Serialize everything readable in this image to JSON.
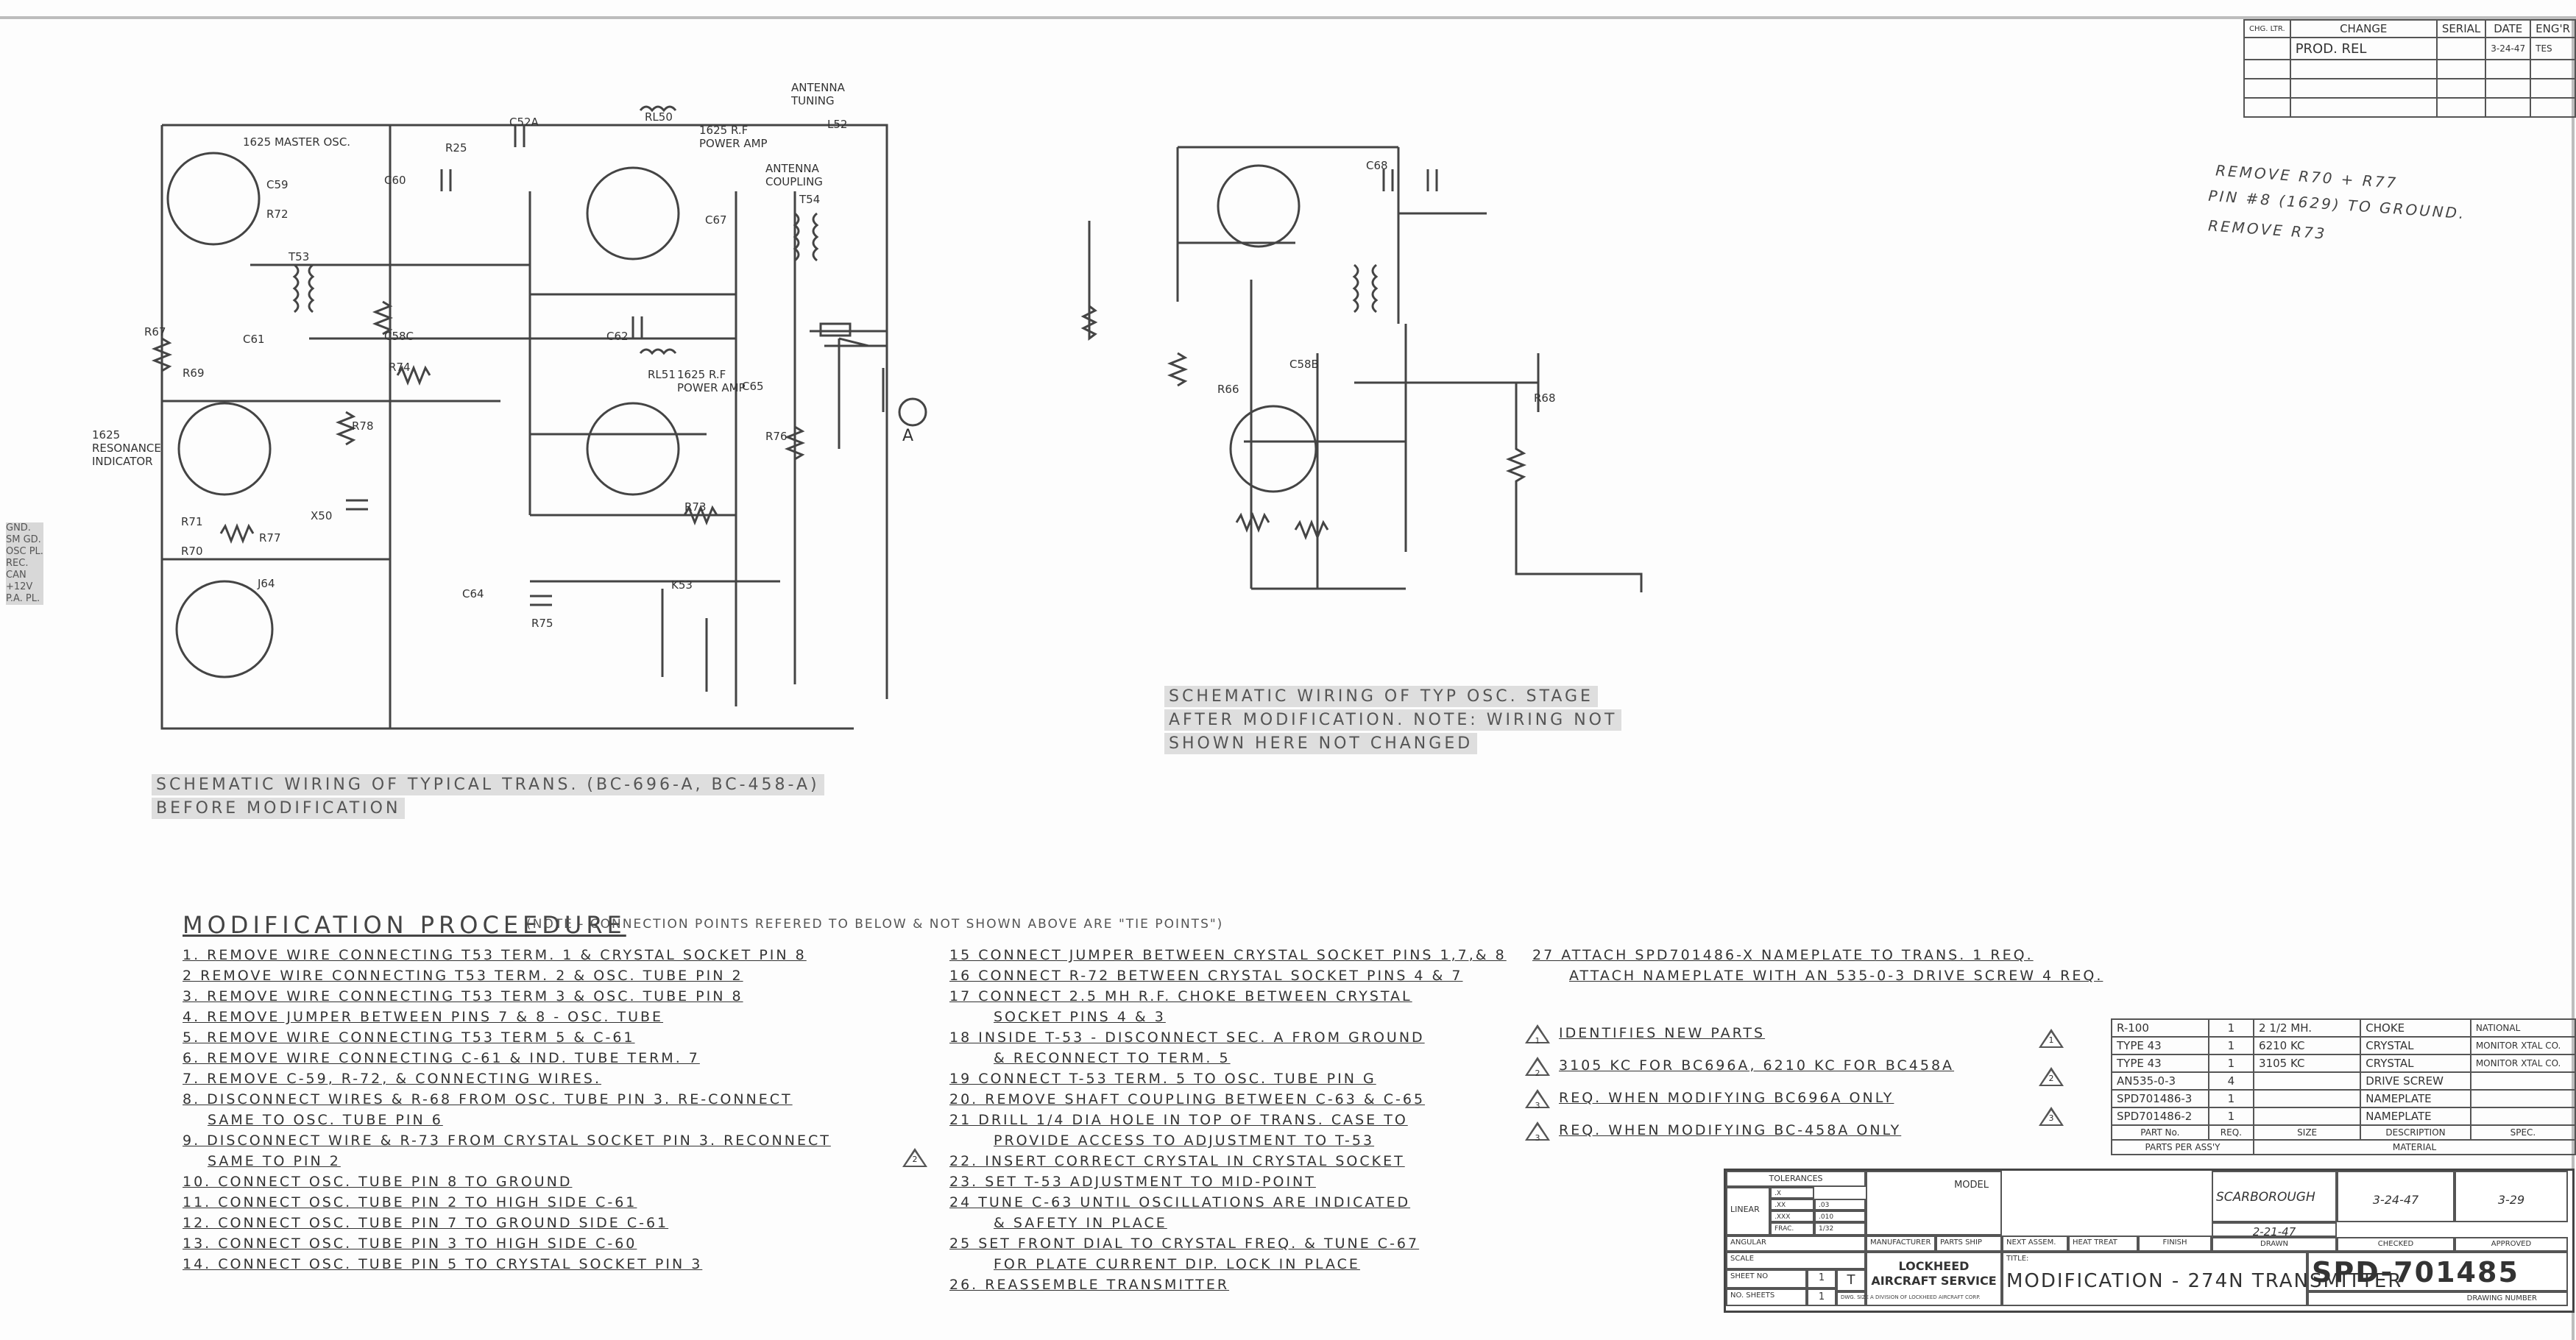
{
  "component_labels": {
    "tube_master_osc": "1625 MASTER OSC.",
    "tube_rf_amp_top": "1625 R.F POWER AMP",
    "tube_rf_amp_bottom": "1625 R.F POWER AMP",
    "antenna_coupling": "ANTENNA COUPLING",
    "antenna_tuning": "ANTENNA TUNING",
    "resonance_indicator": "1625 RESONANCE INDICATOR",
    "antenna_terminal": "A",
    "refs": [
      "C52A",
      "R25",
      "C59",
      "R72",
      "C60",
      "T53",
      "R67",
      "R69",
      "C61",
      "C58C",
      "R74",
      "C62",
      "R78",
      "X50",
      "R71",
      "R77",
      "R70",
      "J64",
      "C64",
      "R75",
      "K53",
      "R73",
      "R76",
      "C65",
      "RL50",
      "RL51",
      "L52",
      "T54",
      "C58B",
      "R66",
      "R68",
      "C68",
      "C67"
    ]
  },
  "captions": {
    "before": [
      "SCHEMATIC WIRING OF TYPICAL TRANS. (BC-696-A, BC-458-A)",
      "BEFORE MODIFICATION"
    ],
    "after": [
      "SCHEMATIC WIRING OF TYP OSC. STAGE",
      "AFTER MODIFICATION. NOTE: WIRING NOT",
      "SHOWN HERE NOT CHANGED"
    ]
  },
  "left_legend": [
    "GND.",
    "SM GD.",
    "OSC PL.",
    "REC.",
    "CAN",
    "+12V",
    "P.A. PL."
  ],
  "revision_note": [
    "REMOVE R70 + R77",
    "PIN #8 (1629) TO GROUND.",
    "REMOVE R73"
  ],
  "procedure": {
    "title": "MODIFICATION PROCEEDURE",
    "note": "(NOTE - CONNECTION POINTS REFERED TO BELOW & NOT SHOWN ABOVE ARE \"TIE POINTS\")",
    "steps_col1": [
      "1. REMOVE WIRE CONNECTING T53 TERM. 1 & CRYSTAL SOCKET PIN 8",
      "2 REMOVE WIRE CONNECTING T53 TERM. 2 & OSC. TUBE PIN 2",
      "3. REMOVE WIRE CONNECTING T53 TERM 3 & OSC. TUBE PIN 8",
      "4. REMOVE JUMPER BETWEEN PINS 7 & 8 - OSC. TUBE",
      "5. REMOVE WIRE CONNECTING T53 TERM 5 & C-61",
      "6. REMOVE WIRE CONNECTING C-61 & IND. TUBE TERM. 7",
      "7. REMOVE C-59, R-72, & CONNECTING WIRES.",
      "8. DISCONNECT WIRES & R-68 FROM OSC. TUBE PIN 3. RE-CONNECT",
      "SAME TO OSC. TUBE PIN 6",
      "9. DISCONNECT WIRE & R-73 FROM CRYSTAL SOCKET PIN 3. RECONNECT",
      "SAME TO PIN 2",
      "10. CONNECT OSC. TUBE PIN 8 TO GROUND",
      "11. CONNECT OSC. TUBE PIN 2 TO HIGH SIDE C-61",
      "12. CONNECT OSC. TUBE PIN 7 TO GROUND SIDE C-61",
      "13. CONNECT OSC. TUBE PIN 3 TO HIGH SIDE C-60",
      "14. CONNECT OSC. TUBE PIN 5 TO CRYSTAL SOCKET PIN 3"
    ],
    "steps_col2": [
      "15 CONNECT JUMPER BETWEEN CRYSTAL SOCKET PINS 1,7,& 8",
      "16 CONNECT R-72 BETWEEN CRYSTAL SOCKET PINS 4 & 7",
      "17 CONNECT 2.5 MH R.F. CHOKE BETWEEN CRYSTAL",
      "SOCKET PINS 4 & 3",
      "18 INSIDE T-53 - DISCONNECT SEC. A FROM GROUND",
      "& RECONNECT TO TERM. 5",
      "19 CONNECT T-53 TERM. 5 TO OSC. TUBE PIN G",
      "20. REMOVE SHAFT COUPLING BETWEEN C-63 & C-65",
      "21 DRILL 1/4 DIA HOLE IN TOP OF TRANS. CASE TO",
      "PROVIDE ACCESS TO ADJUSTMENT TO T-53",
      "22. INSERT CORRECT CRYSTAL IN CRYSTAL SOCKET",
      "23. SET T-53 ADJUSTMENT TO MID-POINT",
      "24 TUNE C-63 UNTIL OSCILLATIONS ARE INDICATED",
      "& SAFETY IN PLACE",
      "25 SET FRONT DIAL TO CRYSTAL FREQ. & TUNE C-67",
      "FOR PLATE CURRENT DIP. LOCK IN PLACE",
      "26. REASSEMBLE TRANSMITTER"
    ],
    "step27": [
      "27 ATTACH SPD701486-X NAMEPLATE TO TRANS. 1 REQ.",
      "ATTACH NAMEPLATE WITH AN 535-0-3 DRIVE SCREW 4 REQ."
    ],
    "flag_step22": "2"
  },
  "notes": [
    {
      "flag": "1",
      "text": "IDENTIFIES NEW PARTS"
    },
    {
      "flag": "2",
      "text": "3105 KC FOR BC696A, 6210 KC FOR BC458A"
    },
    {
      "flag": "3",
      "text": "REQ. WHEN MODIFYING BC696A ONLY"
    },
    {
      "flag": "3",
      "text": "REQ. WHEN MODIFYING BC-458A ONLY"
    }
  ],
  "change_block": {
    "headers": [
      "CHG. LTR.",
      "CHANGE",
      "SERIAL",
      "DATE",
      "ENG'R"
    ],
    "rows": [
      [
        "",
        "PROD. REL",
        "",
        "3-24-47",
        "TES"
      ],
      [
        "",
        "",
        "",
        "",
        ""
      ],
      [
        "",
        "",
        "",
        "",
        ""
      ],
      [
        "",
        "",
        "",
        "",
        ""
      ]
    ]
  },
  "parts_list": {
    "rows": [
      [
        "R-100",
        "1",
        "2 1/2 MH.",
        "CHOKE",
        "NATIONAL"
      ],
      [
        "TYPE 43",
        "1",
        "6210 KC",
        "CRYSTAL",
        "MONITOR XTAL CO."
      ],
      [
        "TYPE 43",
        "1",
        "3105 KC",
        "CRYSTAL",
        "MONITOR XTAL CO."
      ],
      [
        "AN535-0-3",
        "4",
        "",
        "DRIVE SCREW",
        ""
      ],
      [
        "SPD701486-3",
        "1",
        "",
        "NAMEPLATE",
        ""
      ],
      [
        "SPD701486-2",
        "1",
        "",
        "NAMEPLATE",
        ""
      ]
    ],
    "header1": [
      "PART No.",
      "REQ.",
      "SIZE",
      "DESCRIPTION",
      "SPEC."
    ],
    "header2": [
      "PARTS PER ASS'Y",
      "MATERIAL"
    ],
    "flags": [
      "1",
      "2",
      "3"
    ]
  },
  "title_block": {
    "tolerances_title": "TOLERANCES",
    "tol_labels": [
      "LINEAR",
      "ANGULAR"
    ],
    "tol_values": [
      ".X",
      ".XX",
      ".XXX",
      "FRAC."
    ],
    "tol_numbers": [
      ".03",
      ".010",
      "1/32"
    ],
    "model_label": "MODEL",
    "scale_label": "SCALE",
    "sheet_no_label": "SHEET NO",
    "no_sheets_label": "NO. SHEETS",
    "sheet_no": "1",
    "no_sheets": "1",
    "dwg_size": "T",
    "dwg_size_label": "DWG. SIZE",
    "headers": [
      "MANUFACTURER",
      "PARTS SHIP",
      "NEXT ASSEM.",
      "HEAT TREAT",
      "FINISH",
      "DRAWN",
      "CHECKED",
      "APPROVED"
    ],
    "drawn_by": "SCARBOROUGH",
    "drawn_date": "2-21-47",
    "checked_date": "3-24-47",
    "approved_date": "3-29",
    "company": "LOCKHEED AIRCRAFT SERVICE",
    "company_sub": "A DIVISION OF LOCKHEED AIRCRAFT CORP.",
    "title_label": "TITLE:",
    "title": "MODIFICATION - 274N TRANSMITTER",
    "drawing_number": "SPD-701485",
    "drawing_number_label": "DRAWING NUMBER"
  }
}
